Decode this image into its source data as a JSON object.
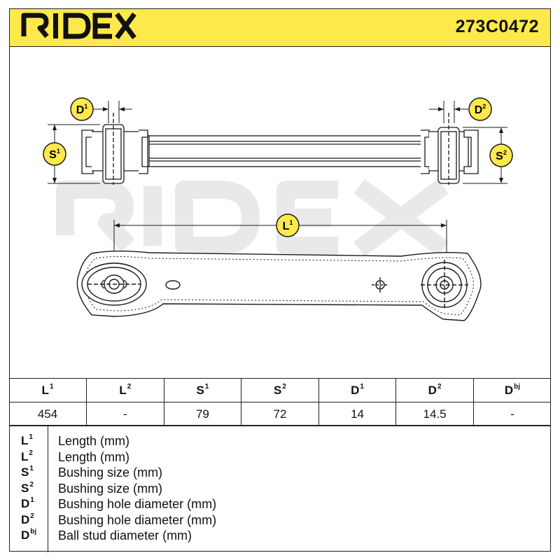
{
  "header": {
    "brand": "RIDEX",
    "part_number": "273C0472"
  },
  "drawing": {
    "watermark": "RIDEX",
    "labels": {
      "d1": {
        "sym": "D",
        "sub": "1"
      },
      "d2": {
        "sym": "D",
        "sub": "2"
      },
      "s1": {
        "sym": "S",
        "sub": "1"
      },
      "s2": {
        "sym": "S",
        "sub": "2"
      },
      "l1": {
        "sym": "L",
        "sub": "1"
      }
    }
  },
  "table": {
    "headers": [
      {
        "sym": "L",
        "sub": "1"
      },
      {
        "sym": "L",
        "sub": "2"
      },
      {
        "sym": "S",
        "sub": "1"
      },
      {
        "sym": "S",
        "sub": "2"
      },
      {
        "sym": "D",
        "sub": "1"
      },
      {
        "sym": "D",
        "sub": "2"
      },
      {
        "sym": "D",
        "sub": "bj"
      }
    ],
    "values": [
      "454",
      "-",
      "79",
      "72",
      "14",
      "14.5",
      "-"
    ]
  },
  "legend": [
    {
      "sym": "L",
      "sub": "1",
      "desc": "Length (mm)"
    },
    {
      "sym": "L",
      "sub": "2",
      "desc": "Length (mm)"
    },
    {
      "sym": "S",
      "sub": "1",
      "desc": "Bushing size (mm)"
    },
    {
      "sym": "S",
      "sub": "2",
      "desc": "Bushing size (mm)"
    },
    {
      "sym": "D",
      "sub": "1",
      "desc": "Bushing hole diameter (mm)"
    },
    {
      "sym": "D",
      "sub": "2",
      "desc": "Bushing hole diameter (mm)"
    },
    {
      "sym": "D",
      "sub": "bj",
      "desc": "Ball stud diameter (mm)"
    }
  ],
  "colors": {
    "header_bg": "#fde94b",
    "badge_bg": "#fde94b",
    "watermark": "#e6e6e6",
    "line": "#1a1a1a"
  }
}
